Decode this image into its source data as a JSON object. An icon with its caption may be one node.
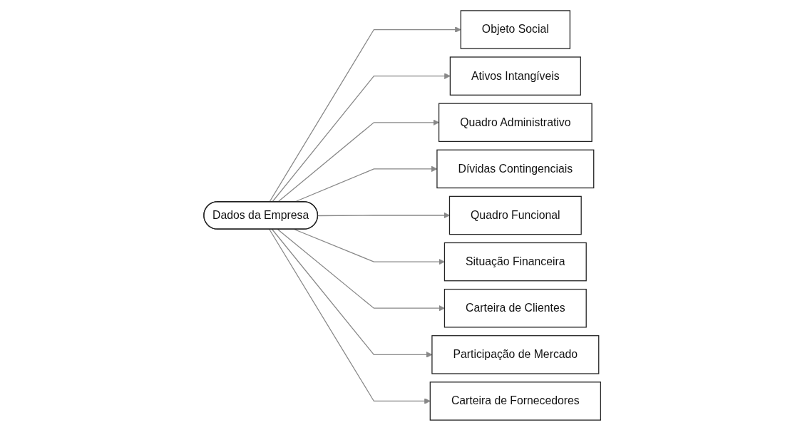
{
  "diagram": {
    "nodes": [
      {
        "text": [
          "Objeto Social"
        ]
      },
      {
        "text": [
          "Ativos Intangíveis"
        ]
      },
      {
        "text": [
          "Quadro Administrativo"
        ]
      },
      {
        "text": [
          "Dívidas Contingenciais"
        ]
      },
      {
        "text": [
          "Dados da Empresa"
        ]
      },
      {
        "text": [
          "Quadro Funcional"
        ]
      },
      {
        "text": [
          "Situação Financeira"
        ]
      },
      {
        "text": [
          "Carteira de Clientes"
        ]
      },
      {
        "text": [
          "Participação de Mercado"
        ]
      },
      {
        "text": [
          "Carteira de Fornecedores"
        ]
      }
    ],
    "edges": [
      {
        "from": 4,
        "to": 0,
        "arrow": "to"
      },
      {
        "from": 4,
        "to": 1,
        "arrow": "to"
      },
      {
        "from": 4,
        "to": 2,
        "arrow": "to"
      },
      {
        "from": 4,
        "to": 3,
        "arrow": "to"
      },
      {
        "from": 4,
        "to": 5,
        "arrow": "to"
      },
      {
        "from": 4,
        "to": 6,
        "arrow": "to"
      },
      {
        "from": 4,
        "to": 7,
        "arrow": "to"
      },
      {
        "from": 4,
        "to": 8,
        "arrow": "to"
      },
      {
        "from": 4,
        "to": 9,
        "arrow": "to"
      }
    ]
  }
}
